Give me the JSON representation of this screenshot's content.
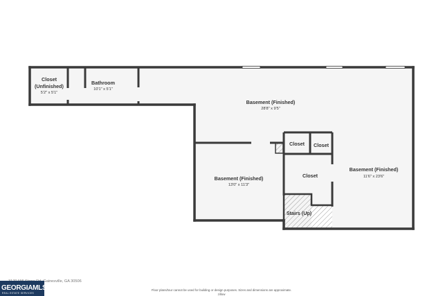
{
  "rooms": {
    "closet_unfinished": {
      "name": "Closet",
      "name2": "(Unfinished)",
      "dim": "5'2\" x 5'1\""
    },
    "bathroom": {
      "name": "Bathroom",
      "dim": "10'1\" x 5'1\""
    },
    "basement_main": {
      "name": "Basement (Finished)",
      "dim": "28'8\" x 9'5\""
    },
    "basement_left": {
      "name": "Basement (Finished)",
      "dim": "13'0\" x 11'3\""
    },
    "basement_right": {
      "name": "Basement (Finished)",
      "dim": "11'6\" x 23'6\""
    },
    "closet_a": {
      "name": "Closet"
    },
    "closet_b": {
      "name": "Closet"
    },
    "closet_c": {
      "name": "Closet"
    },
    "stairs": {
      "name": "Stairs (Up)"
    }
  },
  "address": "3170 Mill Stone Rd, Gainesville, GA 30506",
  "disclaimer": "Floor plans/tour cannot be used for building or design purposes. Sizes and dimensions are approximate.",
  "footer_brand": "zillow",
  "logo": {
    "text": "GEORGIAMLS",
    "sub": "REAL ESTATE SERVICES"
  },
  "colors": {
    "wall": "#3a3a3a",
    "floor": "#f5f5f5",
    "stairs_fill": "#eeeeee",
    "logo_bg": "#1d3a5f"
  }
}
